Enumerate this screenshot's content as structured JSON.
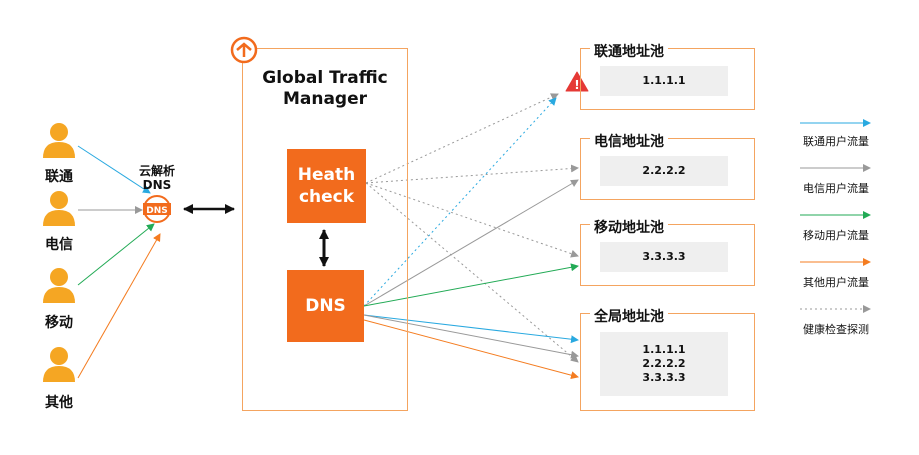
{
  "users": [
    {
      "label": "联通"
    },
    {
      "label": "电信"
    },
    {
      "label": "移动"
    },
    {
      "label": "其他"
    }
  ],
  "dns_resolver": {
    "label_line1": "云解析",
    "label_line2": "DNS",
    "badge": "DNS"
  },
  "gtm": {
    "title_line1": "Global Traffic",
    "title_line2": "Manager"
  },
  "health_check": {
    "label_line1": "Heath",
    "label_line2": "check"
  },
  "dns_box": {
    "label": "DNS"
  },
  "pools": [
    {
      "title": "联通地址池",
      "ips": [
        "1.1.1.1"
      ]
    },
    {
      "title": "电信地址池",
      "ips": [
        "2.2.2.2"
      ]
    },
    {
      "title": "移动地址池",
      "ips": [
        "3.3.3.3"
      ]
    },
    {
      "title": "全局地址池",
      "ips": [
        "1.1.1.1",
        "2.2.2.2",
        "3.3.3.3"
      ]
    }
  ],
  "alert": {
    "symbol": "!"
  },
  "legend": [
    {
      "label": "联通用户流量",
      "color": "#29a9e0",
      "style": "solid"
    },
    {
      "label": "电信用户流量",
      "color": "#999999",
      "style": "solid"
    },
    {
      "label": "移动用户流量",
      "color": "#22aa55",
      "style": "solid"
    },
    {
      "label": "其他用户流量",
      "color": "#f47c20",
      "style": "solid"
    },
    {
      "label": "健康检查探测",
      "color": "#999999",
      "style": "dotted"
    }
  ],
  "colors": {
    "accent": "#f26b1d",
    "frame": "#f4a460",
    "unicom": "#29a9e0",
    "telecom": "#999999",
    "mobile": "#22aa55",
    "other": "#f47c20",
    "user": "#f5a623",
    "alert": "#e53935"
  }
}
